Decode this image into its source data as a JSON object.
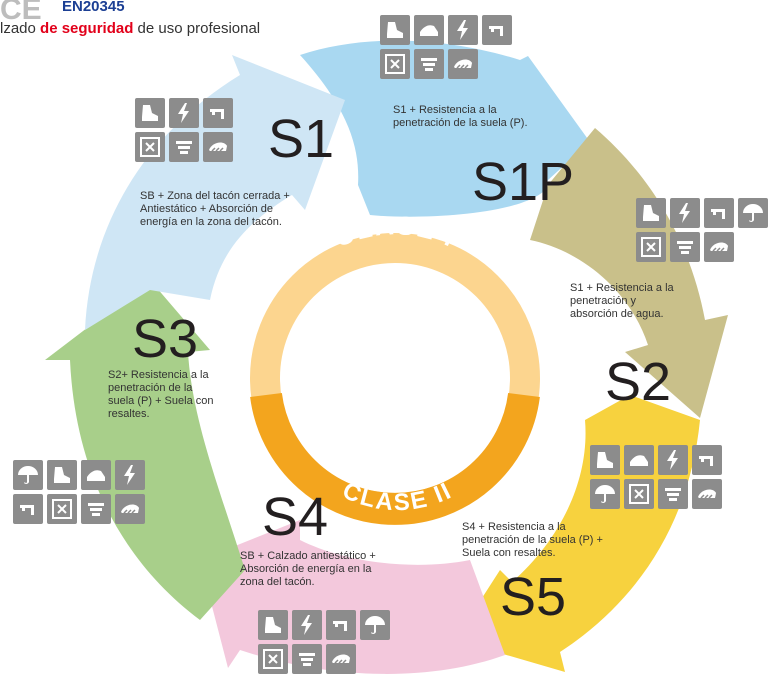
{
  "header": {
    "logo": "CE",
    "standard": "EN20345",
    "subtitle_pre": "lzado ",
    "subtitle_highlight": "de seguridad",
    "subtitle_post": " de uso profesional"
  },
  "rings": {
    "inner_top": "CLASE I",
    "inner_bottom": "CLASE II"
  },
  "segments": [
    {
      "id": "S1",
      "code": "S1",
      "color": "#cfe6f5",
      "description": [
        "SB + Zona del tacón cerrada +",
        "Antiestático + Absorción de",
        "energía en la zona del tacón."
      ],
      "icons": [
        "boot-icon",
        "lightning-icon",
        "faucet-icon",
        "",
        "nail-icon",
        "heel-icon",
        "sole-icon",
        ""
      ]
    },
    {
      "id": "S1P",
      "code": "S1P",
      "color": "#a9d8f1",
      "description": [
        "S1 + Resistencia a la",
        "penetración de la suela (P)."
      ],
      "icons": [
        "boot-icon",
        "shoe-icon",
        "lightning-icon",
        "faucet-icon",
        "nail-icon",
        "heel-icon",
        "sole-icon",
        ""
      ]
    },
    {
      "id": "S2",
      "code": "S2",
      "color": "#c9c08a",
      "description": [
        "S1 + Resistencia a la",
        "penetración y",
        "absorción de agua."
      ],
      "icons": [
        "boot-icon",
        "lightning-icon",
        "faucet-icon",
        "umbrella-icon",
        "nail-icon",
        "heel-icon",
        "sole-icon",
        ""
      ]
    },
    {
      "id": "S3",
      "code": "S3",
      "color": "#a8cf8a",
      "description": [
        "S2+ Resistencia a la",
        "penetración de la",
        "suela (P) + Suela con",
        "resaltes."
      ],
      "icons": [
        "umbrella-icon",
        "boot-icon",
        "shoe-icon",
        "lightning-icon",
        "faucet-icon",
        "nail-icon",
        "heel-icon",
        "sole-icon"
      ]
    },
    {
      "id": "S4",
      "code": "S4",
      "color": "#f3c8dc",
      "description": [
        "SB + Calzado antiestático +",
        "Absorción de energía en la",
        "zona del tacón."
      ],
      "icons": [
        "boot-icon",
        "lightning-icon",
        "faucet-icon",
        "umbrella-icon",
        "nail-icon",
        "heel-icon",
        "sole-icon",
        ""
      ]
    },
    {
      "id": "S5",
      "code": "S5",
      "color": "#f7d23e",
      "description": [
        "S4 + Resistencia a la",
        "penetración de la suela (P) +",
        "Suela con resaltes."
      ],
      "icons": [
        "boot-icon",
        "shoe-icon",
        "lightning-icon",
        "faucet-icon",
        "umbrella-icon",
        "nail-icon",
        "heel-icon",
        "sole-icon"
      ]
    }
  ],
  "colors": {
    "ring_upper": "#fcd58f",
    "ring_lower": "#f3a51e",
    "icon_bg": "#8c8c8c"
  }
}
